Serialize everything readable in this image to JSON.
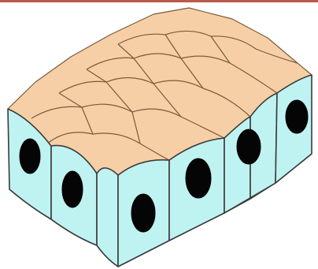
{
  "figure": {
    "subject": "simple-cuboidal-epithelium",
    "colors": {
      "apical_surface": "#f7cfa6",
      "apical_border": "#7a5b3a",
      "cell_body": "#bff3f1",
      "nucleus": "#050505",
      "outline": "#3b3b3b",
      "top_rule": "#b85a4a"
    },
    "front_row_cells": 3,
    "right_row_cells": 5
  }
}
